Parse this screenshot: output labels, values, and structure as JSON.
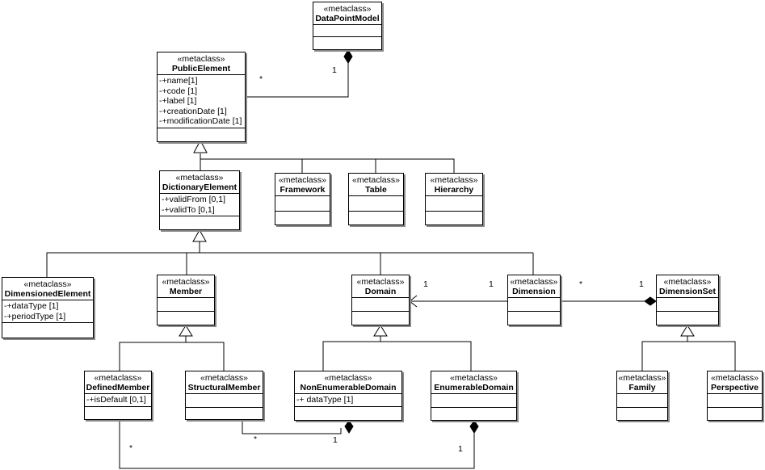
{
  "classes": {
    "datapointmodel": {
      "stereotype": "«metaclass»",
      "name": "DataPointModel",
      "attributes": []
    },
    "publicelement": {
      "stereotype": "«metaclass»",
      "name": "PublicElement",
      "attributes": [
        "-+name[1]",
        "-+code [1]",
        "-+label [1]",
        "-+creationDate [1]",
        "-+modificationDate [1]"
      ]
    },
    "dictionaryelement": {
      "stereotype": "«metaclass»",
      "name": "DictionaryElement",
      "attributes": [
        "-+validFrom [0,1]",
        "-+validTo [0,1]"
      ]
    },
    "framework": {
      "stereotype": "«metaclass»",
      "name": "Framework",
      "attributes": []
    },
    "table": {
      "stereotype": "«metaclass»",
      "name": "Table",
      "attributes": []
    },
    "hierarchy": {
      "stereotype": "«metaclass»",
      "name": "Hierarchy",
      "attributes": []
    },
    "dimensionedelement": {
      "stereotype": "«metaclass»",
      "name": "DimensionedElement",
      "attributes": [
        "-+dataType [1]",
        "-+periodType [1]"
      ]
    },
    "member": {
      "stereotype": "«metaclass»",
      "name": "Member",
      "attributes": []
    },
    "domain": {
      "stereotype": "«metaclass»",
      "name": "Domain",
      "attributes": []
    },
    "dimension": {
      "stereotype": "«metaclass»",
      "name": "Dimension",
      "attributes": []
    },
    "dimensionset": {
      "stereotype": "«metaclass»",
      "name": "DimensionSet",
      "attributes": []
    },
    "definedmember": {
      "stereotype": "«metaclass»",
      "name": "DefinedMember",
      "attributes": [
        "-+isDefault [0,1]"
      ]
    },
    "structuralmember": {
      "stereotype": "«metaclass»",
      "name": "StructuralMember",
      "attributes": []
    },
    "nonenumerabledomain": {
      "stereotype": "«metaclass»",
      "name": "NonEnumerableDomain",
      "attributes": [
        "-+ dataType [1]"
      ]
    },
    "enumerabledomain": {
      "stereotype": "«metaclass»",
      "name": "EnumerableDomain",
      "attributes": []
    },
    "family": {
      "stereotype": "«metaclass»",
      "name": "Family",
      "attributes": []
    },
    "perspective": {
      "stereotype": "«metaclass»",
      "name": "Perspective",
      "attributes": []
    }
  },
  "multiplicities": {
    "public_to_datapoint": "*",
    "datapoint_to_public": "1",
    "domain_end": "1",
    "dimension_domain_end": "1",
    "dimension_set_end": "*",
    "dimensionset_end": "1",
    "structural_end": "*",
    "nonenum_end": "1",
    "defined_end": "*",
    "enum_end": "1"
  },
  "colors": {
    "line": "#000000",
    "shadow": "#8a8a8a"
  }
}
